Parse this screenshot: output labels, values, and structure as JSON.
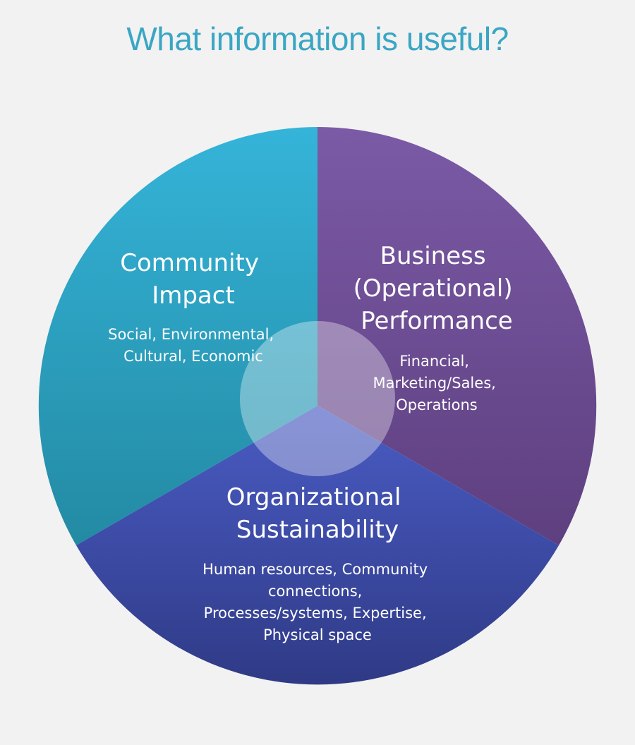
{
  "title": "What information is useful?",
  "segments": {
    "community": {
      "heading": [
        "Community",
        "Impact"
      ],
      "details": [
        "Social, Environmental,",
        "Cultural, Economic"
      ],
      "color_top": "#35b4d9",
      "color_bottom": "#238aa3"
    },
    "business": {
      "heading": [
        "Business",
        "(Operational)",
        "Performance"
      ],
      "details": [
        "Financial,",
        "Marketing/Sales,",
        "Operations"
      ],
      "color_top": "#7b5aa6",
      "color_bottom": "#5e3f7f"
    },
    "organizational": {
      "heading": [
        "Organizational",
        "Sustainability"
      ],
      "details": [
        "Human resources, Community",
        "connections,",
        "Processes/systems,  Expertise,",
        "Physical space"
      ],
      "color_top": "#4a5cc4",
      "color_bottom": "#2f3a86"
    }
  },
  "center_overlay_color": "#ffffff"
}
